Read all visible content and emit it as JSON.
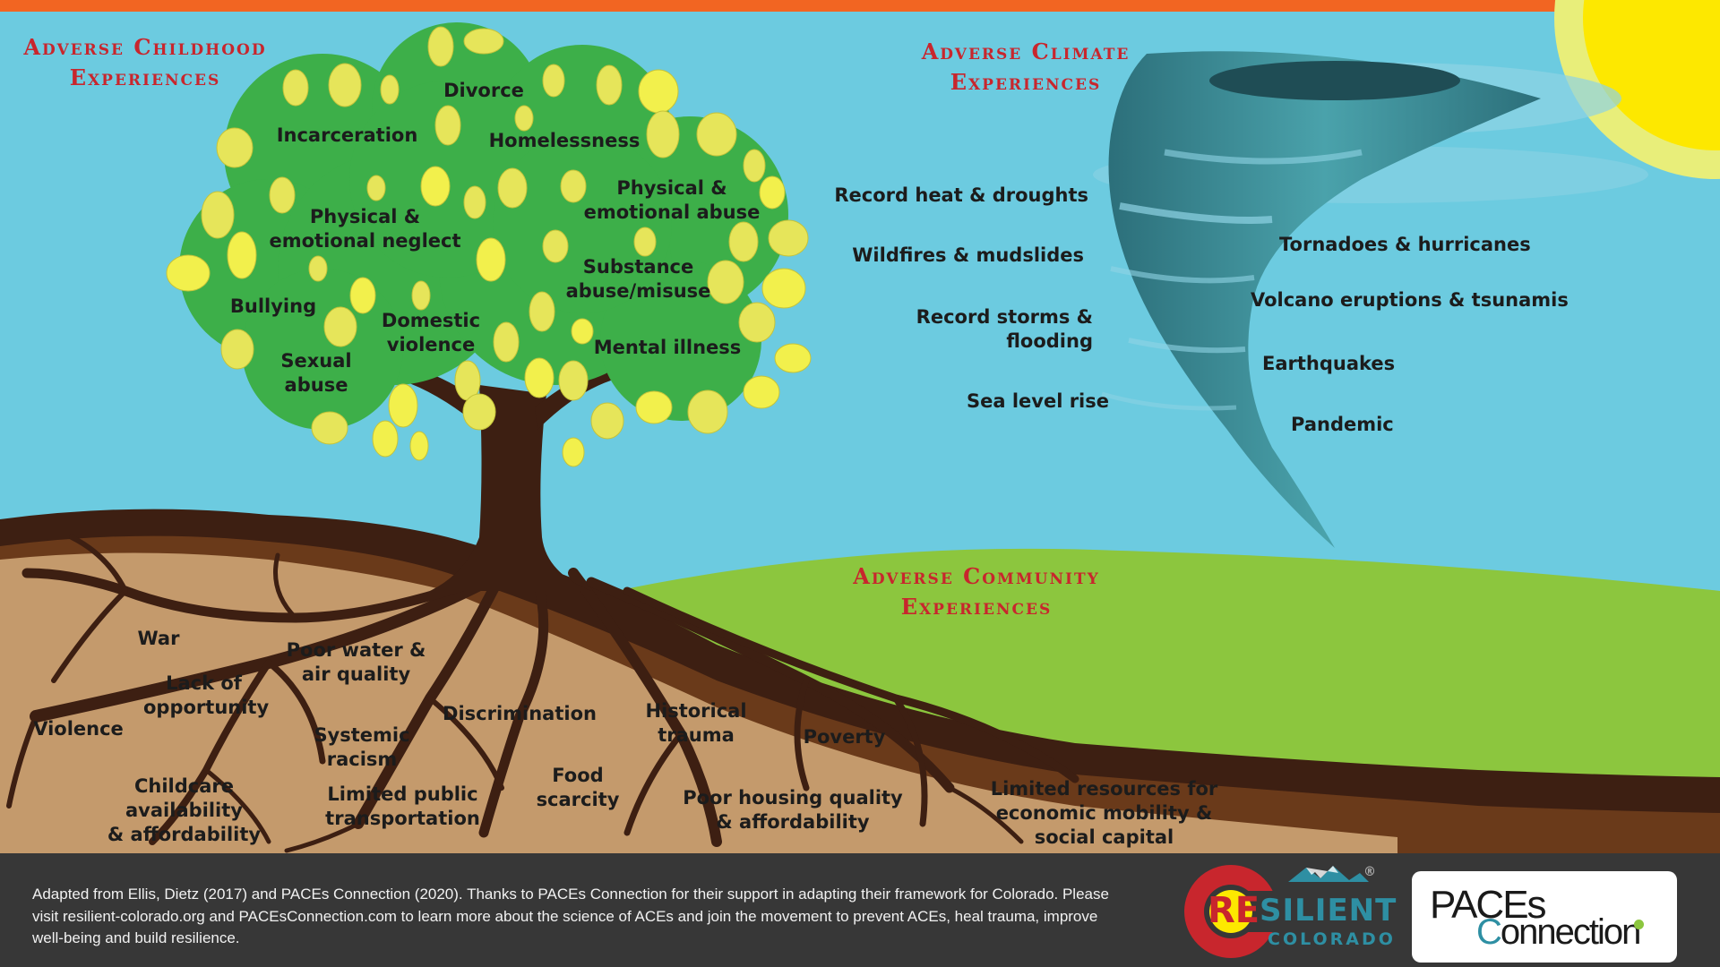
{
  "headings": {
    "childhood": [
      "Adverse Childhood",
      "Experiences"
    ],
    "climate": [
      "Adverse Climate",
      "Experiences"
    ],
    "community": [
      "Adverse Community",
      "Experiences"
    ]
  },
  "childhood_items": [
    "Divorce",
    "Incarceration",
    "Homelessness",
    "Physical &\nemotional abuse",
    "Physical &\nemotional neglect",
    "Substance\nabuse/misuse",
    "Bullying",
    "Domestic\nviolence",
    "Mental illness",
    "Sexual\nabuse"
  ],
  "climate_items": [
    "Record heat & droughts",
    "Wildfires & mudslides",
    "Record storms &\nflooding",
    "Sea level rise",
    "Tornadoes & hurricanes",
    "Volcano eruptions & tsunamis",
    "Earthquakes",
    "Pandemic"
  ],
  "community_items": [
    "War",
    "Poor water &\nair quality",
    "Lack of\nopportunity",
    "Violence",
    "Discrimination",
    "Historical\ntrauma",
    "Systemic\nracism",
    "Poverty",
    "Food\nscarcity",
    "Childcare\navailability\n& affordability",
    "Limited public\ntransportation",
    "Poor housing quality\n& affordability",
    "Limited resources for\neconomic mobility &\nsocial capital"
  ],
  "footer": {
    "text": "Adapted from Ellis, Dietz (2017) and PACEs Connection (2020). Thanks to PACEs Connection for their support in adapting their framework for Colorado. Please visit resilient-colorado.org and PACEsConnection.com to learn more about the science of ACEs and join the movement to prevent ACEs, heal trauma, improve well-being and build resilience."
  },
  "logos": {
    "resilient_re": "RE",
    "resilient_silient": "SILIENT",
    "resilient_colorado": "COLORADO",
    "registered": "®",
    "paces_line1": "PACEs",
    "paces_c": "C",
    "paces_rest": "onnection"
  },
  "colors": {
    "sky": "#6ccbe0",
    "top_bar": "#f26522",
    "sun": "#fde800",
    "hill": "#8cc63e",
    "soil": "#c49a6c",
    "roots": "#3d1f12",
    "canopy": "#3daf49",
    "heading_red": "#c8262d",
    "tornado": "#3f8e98",
    "footer_bg": "#373737"
  }
}
